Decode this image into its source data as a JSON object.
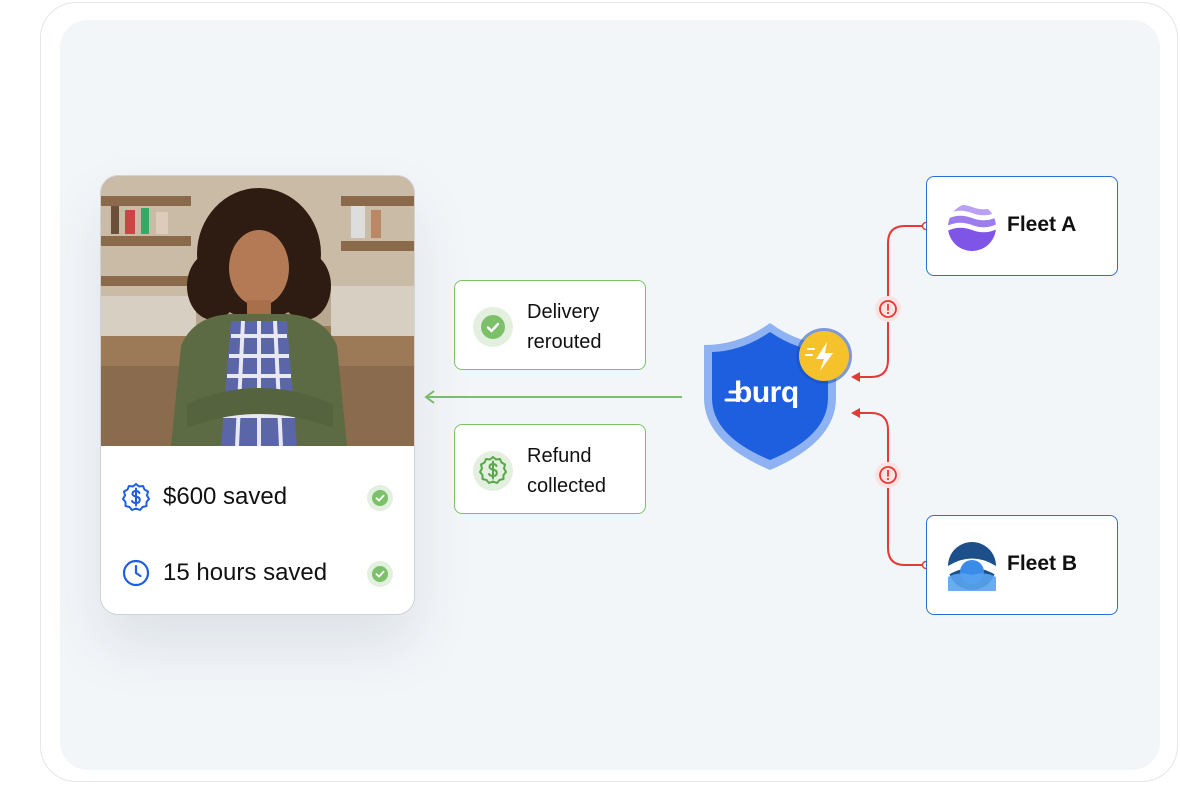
{
  "merchant": {
    "stats": [
      {
        "icon": "dollar-badge-icon",
        "label": "$600 saved",
        "status": "check-icon"
      },
      {
        "icon": "clock-icon",
        "label": "15 hours saved",
        "status": "check-icon"
      }
    ]
  },
  "outcomes": [
    {
      "icon": "check-icon",
      "label": "Delivery rerouted"
    },
    {
      "icon": "dollar-badge-icon",
      "label": "Refund collected"
    }
  ],
  "brand": {
    "name": "burq",
    "badge": "lightning-icon"
  },
  "fleets": [
    {
      "name": "Fleet A",
      "logo": "wave-logo-icon",
      "alert": "alert-icon"
    },
    {
      "name": "Fleet B",
      "logo": "circle-logo-icon",
      "alert": "alert-icon"
    }
  ],
  "colors": {
    "success": "#7cc06a",
    "alert": "#e53935",
    "brand_blue": "#1e5fe0",
    "fleet_border": "#2a6fd6",
    "badge_yellow": "#f5c22b"
  }
}
